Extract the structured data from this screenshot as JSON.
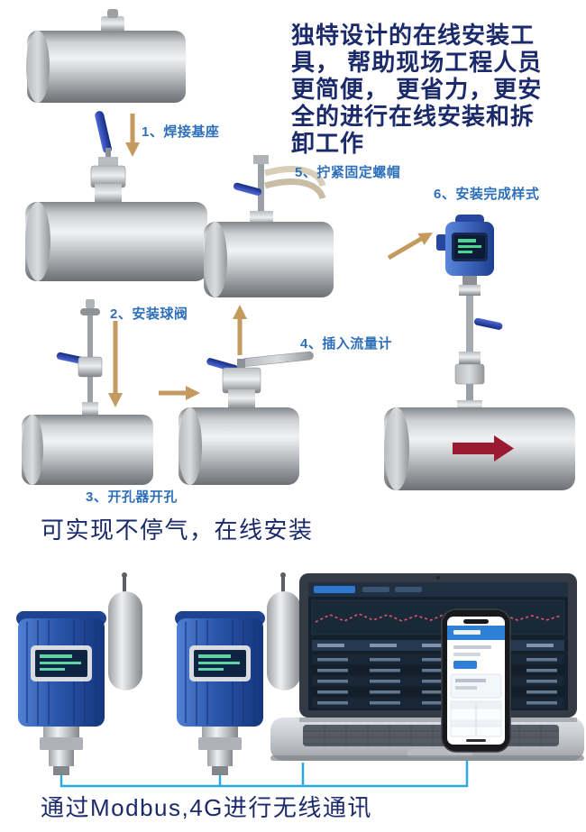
{
  "intro": {
    "text": "独特设计的在线安装工\n具， 帮助现场工程人员\n更简便， 更省力，更安\n全的进行在线安装和拆\n卸工作"
  },
  "steps": [
    {
      "label": "1、焊接基座"
    },
    {
      "label": "2、安装球阀"
    },
    {
      "label": "3、开孔器开孔"
    },
    {
      "label": "4、插入流量计"
    },
    {
      "label": "5、拧紧固定螺帽"
    },
    {
      "label": "6、安装完成样式"
    }
  ],
  "captions": {
    "middle": "可实现不停气，在线安装",
    "bottom": "通过Modbus,4G进行无线通讯"
  },
  "icons": {
    "step_arrow": "tan-flow-arrow-icon",
    "flow_direction": "red-right-arrow-icon"
  },
  "colors": {
    "heading_text": "#1b2a6b",
    "step_label": "#2e6fba",
    "step_arrow": "#c49a5e",
    "flow_arrow_red": "#9c1a31",
    "wire_blue": "#2aa9e1",
    "device_blue": "#2a57ab",
    "valve_lever_blue": "#27429e"
  }
}
